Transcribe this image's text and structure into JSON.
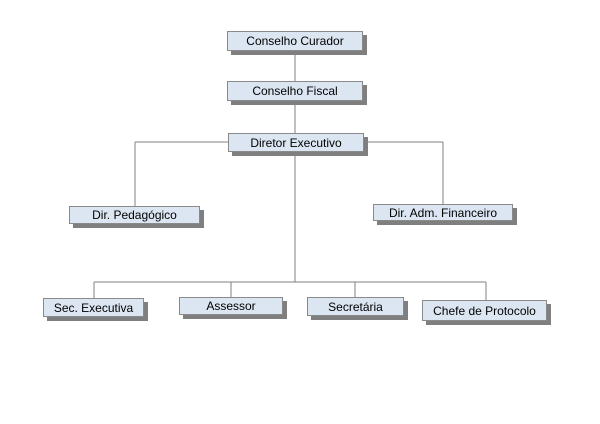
{
  "org_chart": {
    "nodes": {
      "conselho_curador": "Conselho Curador",
      "conselho_fiscal": "Conselho Fiscal",
      "diretor_executivo": "Diretor Executivo",
      "dir_pedagogico": "Dir. Pedagógico",
      "dir_adm_financeiro": "Dir. Adm. Financeiro",
      "sec_executiva": "Sec. Executiva",
      "assessor": "Assessor",
      "secretaria": "Secretária",
      "chefe_protocolo": "Chefe de Protocolo"
    },
    "edges": [
      [
        "conselho_curador",
        "conselho_fiscal"
      ],
      [
        "conselho_fiscal",
        "diretor_executivo"
      ],
      [
        "diretor_executivo",
        "dir_pedagogico"
      ],
      [
        "diretor_executivo",
        "dir_adm_financeiro"
      ],
      [
        "diretor_executivo",
        "sec_executiva"
      ],
      [
        "diretor_executivo",
        "assessor"
      ],
      [
        "diretor_executivo",
        "secretaria"
      ],
      [
        "diretor_executivo",
        "chefe_protocolo"
      ]
    ],
    "colors": {
      "box_fill": "#dbe6f2",
      "box_border": "#8a8a8a",
      "shadow": "#7f7f7f",
      "connector": "#808080"
    }
  }
}
